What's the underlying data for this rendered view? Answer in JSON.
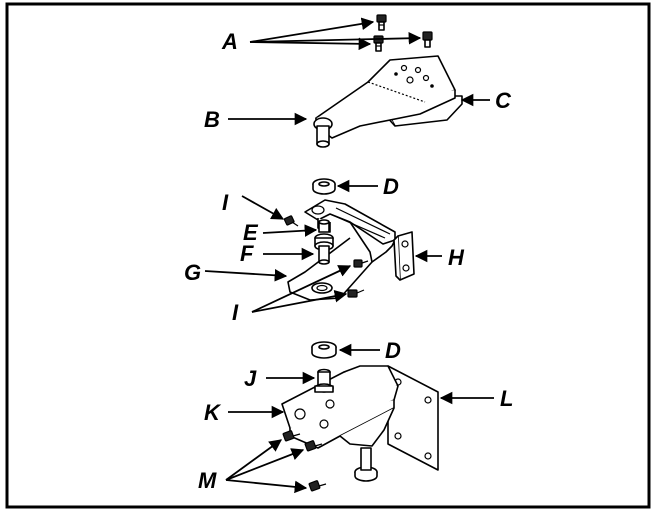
{
  "diagram": {
    "labels": {
      "A": "A",
      "B": "B",
      "C": "C",
      "D_top": "D",
      "E": "E",
      "F": "F",
      "G": "G",
      "H": "H",
      "I_top": "I",
      "I_bottom": "I",
      "D_bottom": "D",
      "J": "J",
      "K": "K",
      "L": "L",
      "M": "M"
    },
    "colors": {
      "line": "#000000",
      "frame": "#000000",
      "shade": "#d9d9d9",
      "background": "#ffffff"
    }
  }
}
